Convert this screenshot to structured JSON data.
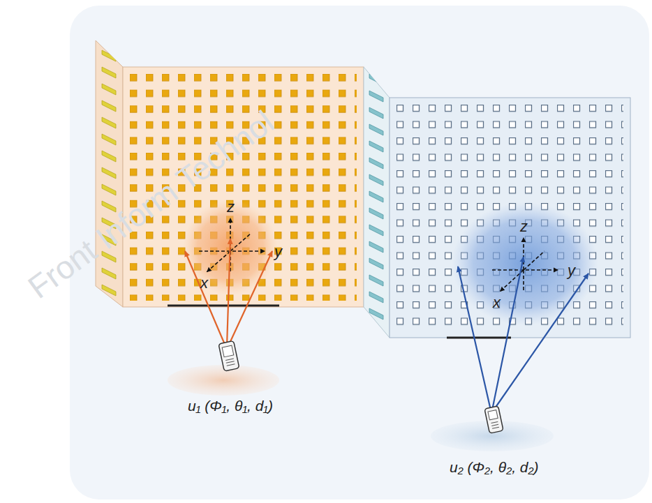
{
  "diagram": {
    "labels": [
      "Front Inform Technol",
      "z",
      "y",
      "x",
      "z",
      "y",
      "x",
      "u₁ (Φ₁, θ₁, d₁)",
      "u₂ (Φ₂, θ₂, d₂)"
    ]
  }
}
